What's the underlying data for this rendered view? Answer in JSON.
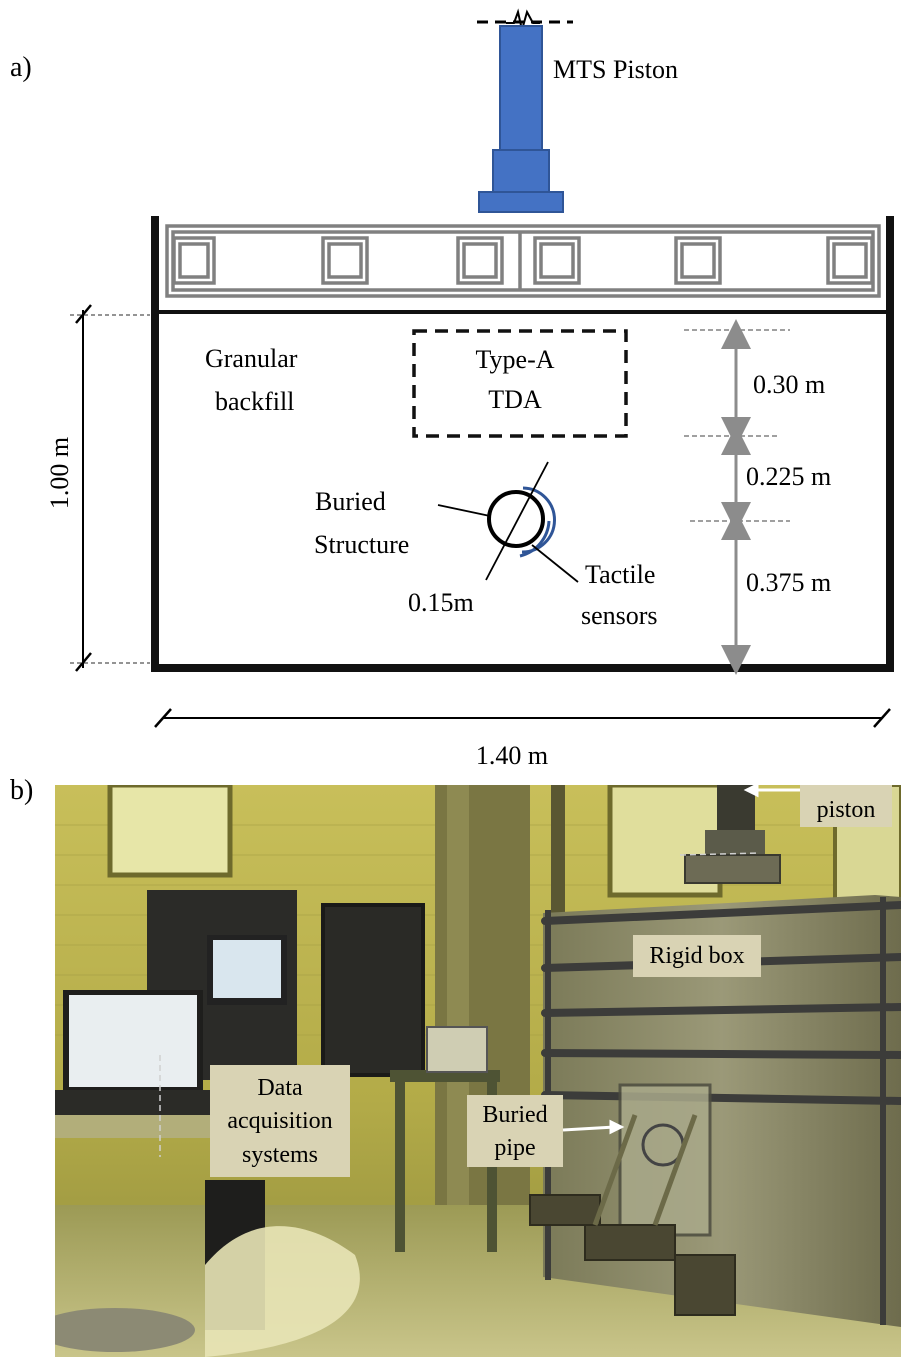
{
  "panel_a": {
    "label": "a)",
    "piston_label": "MTS Piston",
    "backfill_label_line1": "Granular",
    "backfill_label_line2": "backfill",
    "tda_label_line1": "Type-A",
    "tda_label_line2": "TDA",
    "structure_label_line1": "Buried",
    "structure_label_line2": "Structure",
    "diameter_label": "0.15m",
    "sensor_label_line1": "Tactile",
    "sensor_label_line2": "sensors",
    "dim_top": "0.30 m",
    "dim_middle": "0.225 m",
    "dim_bottom": "0.375 m",
    "dim_height": "1.00 m",
    "dim_width": "1.40 m",
    "colors": {
      "piston": "#4472c4",
      "piston_dark": "#2f5597",
      "frame": "#808080",
      "wall": "#111111",
      "arrow": "#8c8c8c"
    }
  },
  "panel_b": {
    "label": "b)",
    "piston_label": "piston",
    "box_label": "Rigid box",
    "daq_label_line1": "Data",
    "daq_label_line2": "acquisition",
    "daq_label_line3": "systems",
    "pipe_label_line1": "Buried",
    "pipe_label_line2": "pipe"
  }
}
